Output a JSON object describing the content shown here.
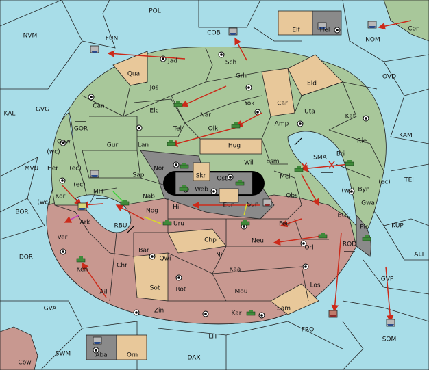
{
  "map": {
    "title": "",
    "colors": {
      "sea": "#a8dde8",
      "green_power": "#a8c79a",
      "red_power": "#c89890",
      "neutral": "#e8c89a",
      "grey_power": "#8a8a8a",
      "order_arrow": "#cc2a1a"
    },
    "labels": {
      "POL": "POL",
      "NVM": "NVM",
      "FUN": "FUN",
      "COB": "COB",
      "NOM": "NOM",
      "Con": "Con",
      "OVD": "OVD",
      "KAL": "KAL",
      "GVG": "GVG",
      "GOR": "GOR",
      "KAM": "KAM",
      "TEI": "TEI",
      "MVU": "MVU",
      "BOR": "BOR",
      "MIT": "MIT",
      "RBU": "RBU",
      "SMA": "SMA",
      "BUC": "BUC",
      "KUP": "KUP",
      "ALT": "ALT",
      "ROD": "ROD",
      "GVP": "GVP",
      "DOR": "DOR",
      "GVA": "GVA",
      "FRO": "FRO",
      "SOM": "SOM",
      "LIT": "LIT",
      "SWM": "SWM",
      "DAX": "DAX",
      "Cow": "Cow",
      "Elf": "Elf",
      "Hel": "Hel",
      "Aba": "Aba",
      "Orn": "Orn",
      "Jad": "Jad",
      "Sch": "Sch",
      "Qua": "Qua",
      "Jos": "Jos",
      "Grh": "Grh",
      "Eld": "Eld",
      "Can": "Can",
      "Elc": "Elc",
      "Nar": "Nar",
      "Yok": "Yok",
      "Car": "Car",
      "Uta": "Uta",
      "Kat": "Kat",
      "Gaw": "Gaw",
      "Gur": "Gur",
      "Tel": "Tel",
      "Olk": "Olk",
      "Amp": "Amp",
      "Lan": "Lan",
      "Hug": "Hug",
      "Rie": "Rie",
      "Her": "Her",
      "Wil": "Wil",
      "Esm": "Esm",
      "Bri": "Bri",
      "Nor": "Nor",
      "Skr": "Skr",
      "Ost": "Ost",
      "Mel": "Mel",
      "Sap": "Sap",
      "Web": "Web",
      "Kor": "Kor",
      "Nab": "Nab",
      "Eun": "Eun",
      "Sun": "Sun",
      "Obs": "Obs",
      "Byn": "Byn",
      "Gwa": "Gwa",
      "Hil": "Hil",
      "Ark": "Ark",
      "Nog": "Nog",
      "Pir": "Pir",
      "Uru": "Uru",
      "Feu": "Feu",
      "Ver": "Ver",
      "Chp": "Chp",
      "Neu": "Neu",
      "Orl": "Orl",
      "Bar": "Bar",
      "Qwi": "Qwi",
      "Nil": "Nil",
      "Ken": "Ken",
      "Chr": "Chr",
      "Kaa": "Kaa",
      "Sot": "Sot",
      "Rot": "Rot",
      "Los": "Los",
      "Ail": "Ail",
      "Mou": "Mou",
      "Zin": "Zin",
      "Sam": "Sam",
      "Kar": "Kar",
      "wc1": "(wc)",
      "wc2": "(wc)",
      "wc3": "(wc)",
      "ec1": "(ec)",
      "ec2": "(ec)",
      "ec3": "(ec)"
    }
  }
}
